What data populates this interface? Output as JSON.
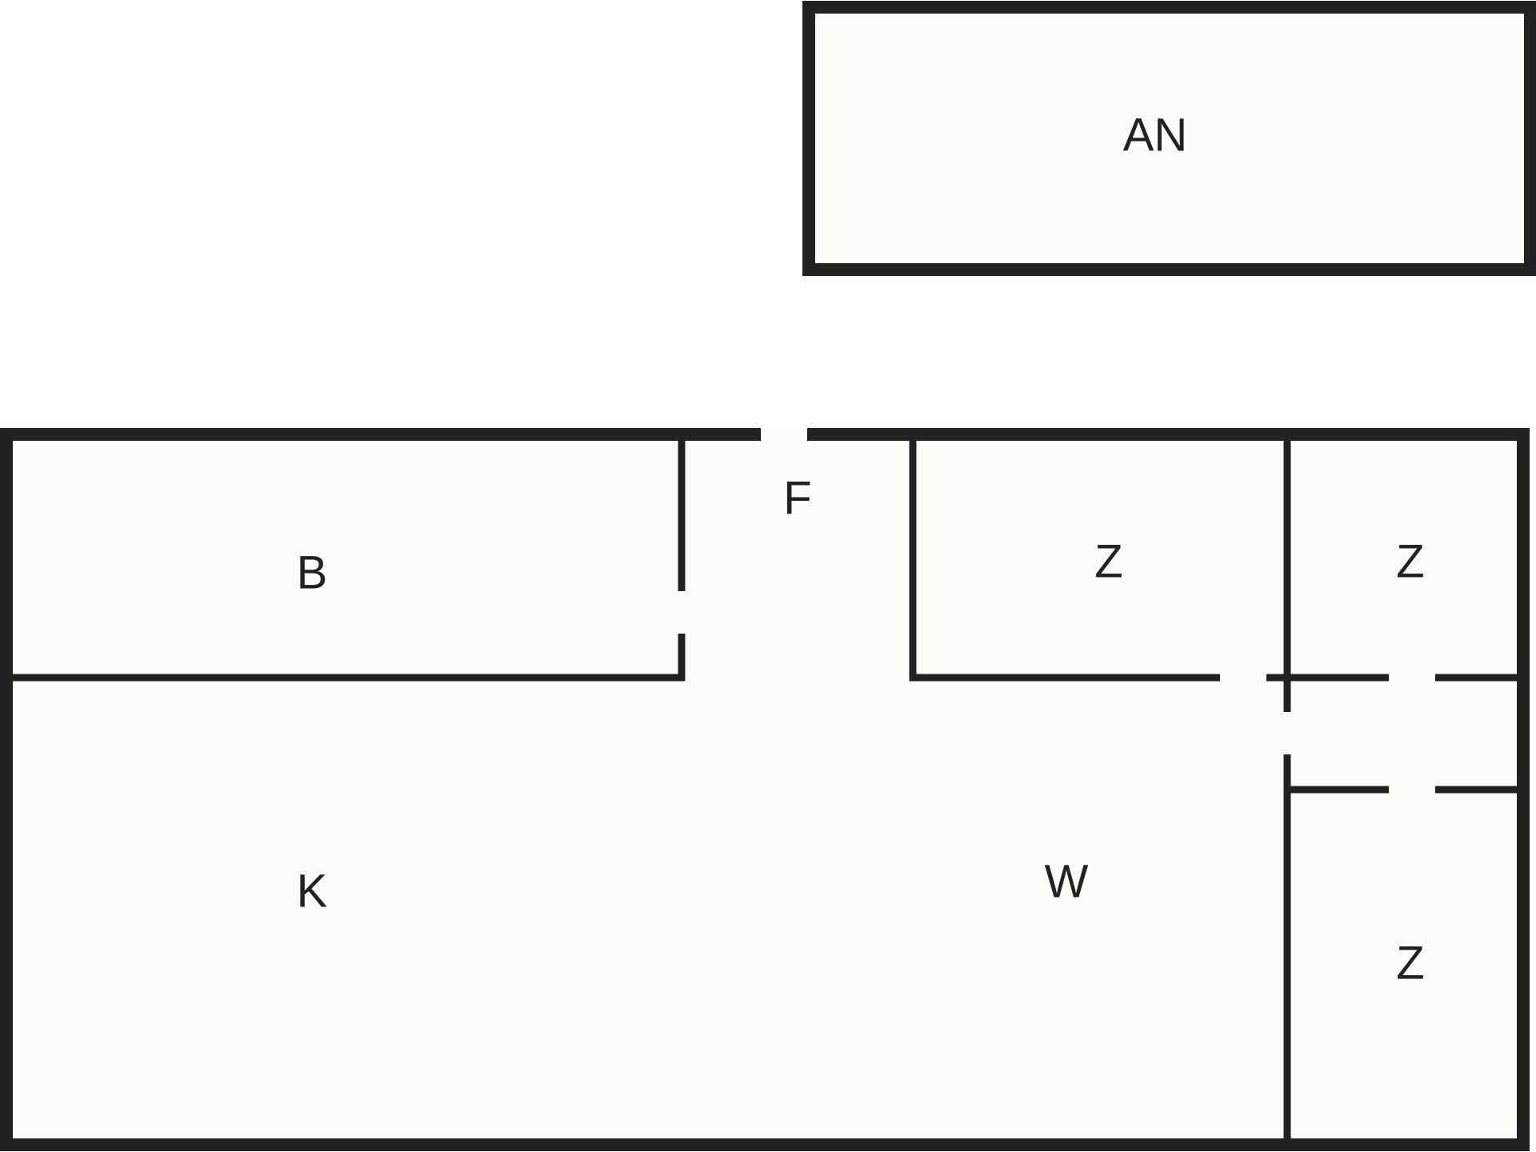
{
  "colors": {
    "wall": "#222222",
    "room_fill": "#fdfdf8",
    "door_gap": "#fdfdf8",
    "background": "#ffffff"
  },
  "rooms": [
    {
      "id": "an",
      "label": "AN"
    },
    {
      "id": "b",
      "label": "B"
    },
    {
      "id": "f",
      "label": "F"
    },
    {
      "id": "z1",
      "label": "Z"
    },
    {
      "id": "z2",
      "label": "Z"
    },
    {
      "id": "k",
      "label": "K"
    },
    {
      "id": "w",
      "label": "W"
    },
    {
      "id": "z3",
      "label": "Z"
    }
  ]
}
